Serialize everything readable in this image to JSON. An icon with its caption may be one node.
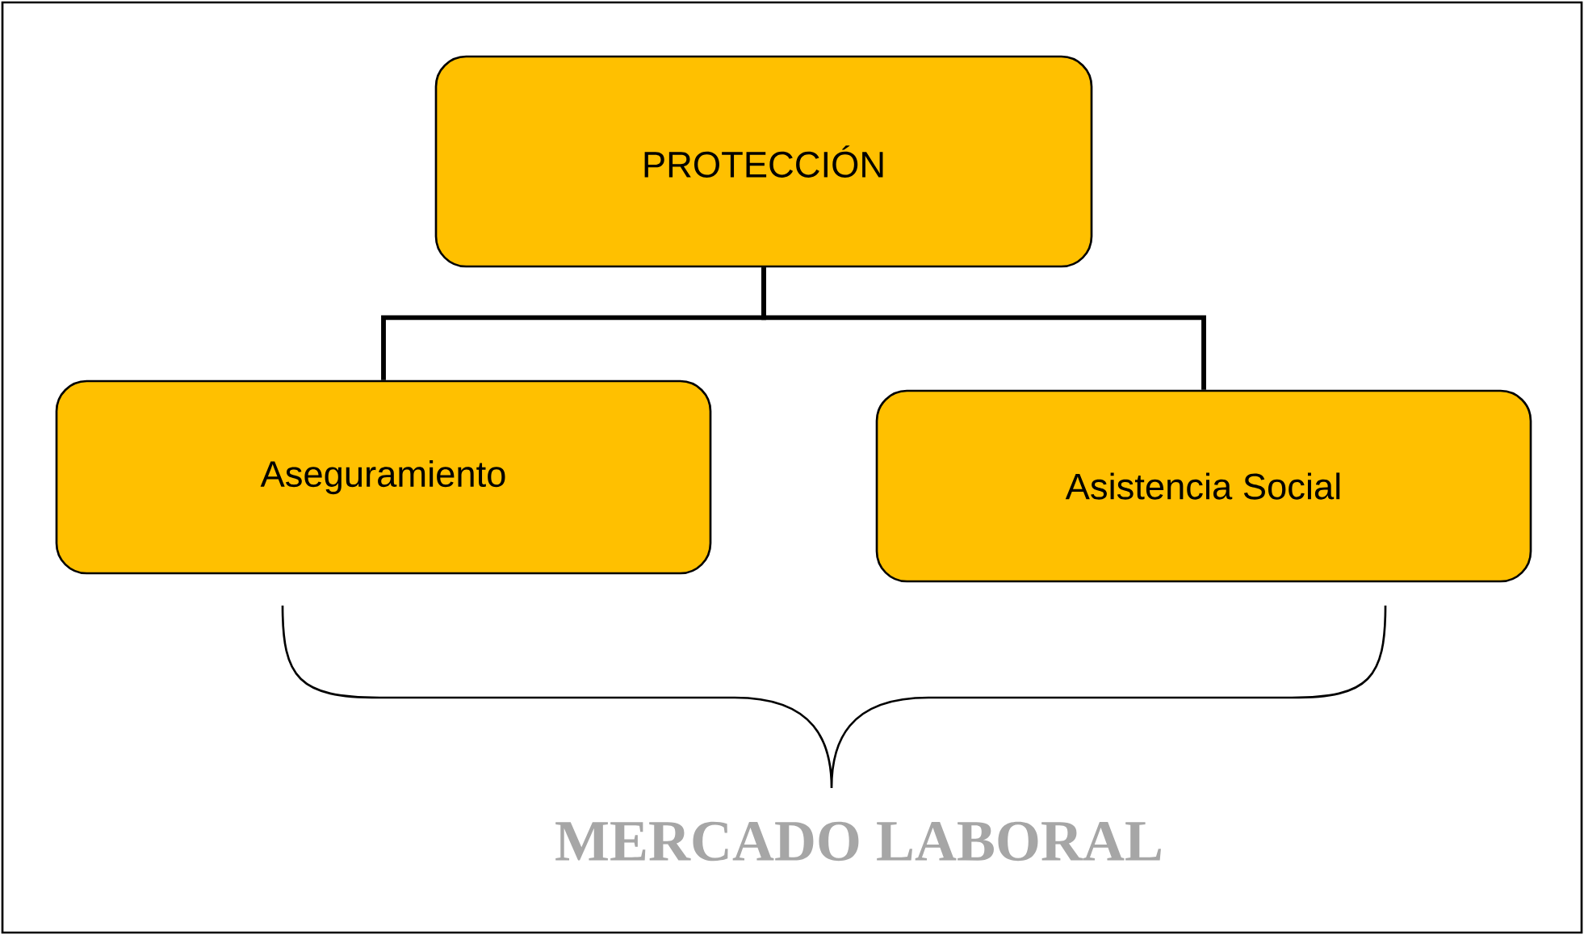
{
  "diagram": {
    "nodes": [
      {
        "text": [
          "PROTECCIÓN"
        ]
      },
      {
        "text": [
          "Aseguramiento"
        ]
      },
      {
        "text": [
          "Asistencia Social"
        ]
      }
    ],
    "edges": [
      {
        "from": 0,
        "to": 1,
        "arrow": "none"
      },
      {
        "from": 0,
        "to": 2,
        "arrow": "none"
      }
    ],
    "labels": [
      "MERCADO LABORAL"
    ]
  }
}
